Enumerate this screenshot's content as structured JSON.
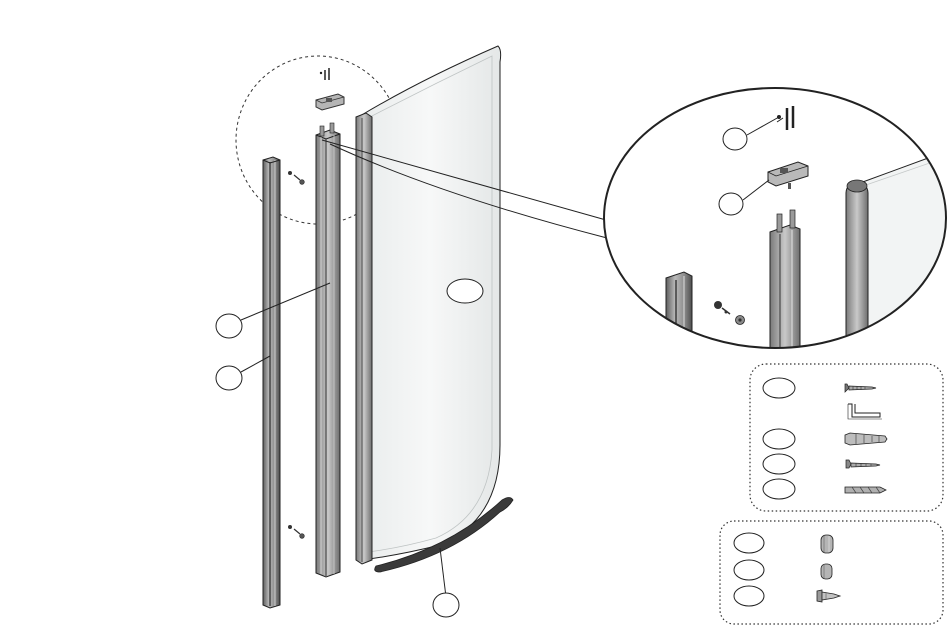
{
  "diagram": {
    "kind": "exploded assembly view",
    "callouts": [
      {
        "id": "profile-wall-callout",
        "label": ""
      },
      {
        "id": "profile-adjust-callout",
        "label": ""
      },
      {
        "id": "glass-panel-callout",
        "label": ""
      },
      {
        "id": "seal-strip-callout",
        "label": ""
      },
      {
        "id": "screw-pin-callout",
        "label": ""
      },
      {
        "id": "top-clamp-callout",
        "label": ""
      }
    ],
    "hardware_kit_1": [
      {
        "icon": "screw-icon",
        "label": ""
      },
      {
        "icon": "allen-key-icon",
        "label": ""
      },
      {
        "icon": "wall-plug-icon",
        "label": ""
      },
      {
        "icon": "small-screw-icon",
        "label": ""
      },
      {
        "icon": "drill-bit-icon",
        "label": ""
      }
    ],
    "hardware_kit_2": [
      {
        "icon": "large-cap-icon",
        "label": ""
      },
      {
        "icon": "small-cap-icon",
        "label": ""
      },
      {
        "icon": "rivet-icon",
        "label": ""
      }
    ],
    "colors": {
      "line": "#222222",
      "metal": "#9a9a9a",
      "metal_dark": "#6c6c6c",
      "glass": "#f1f3f3"
    }
  }
}
